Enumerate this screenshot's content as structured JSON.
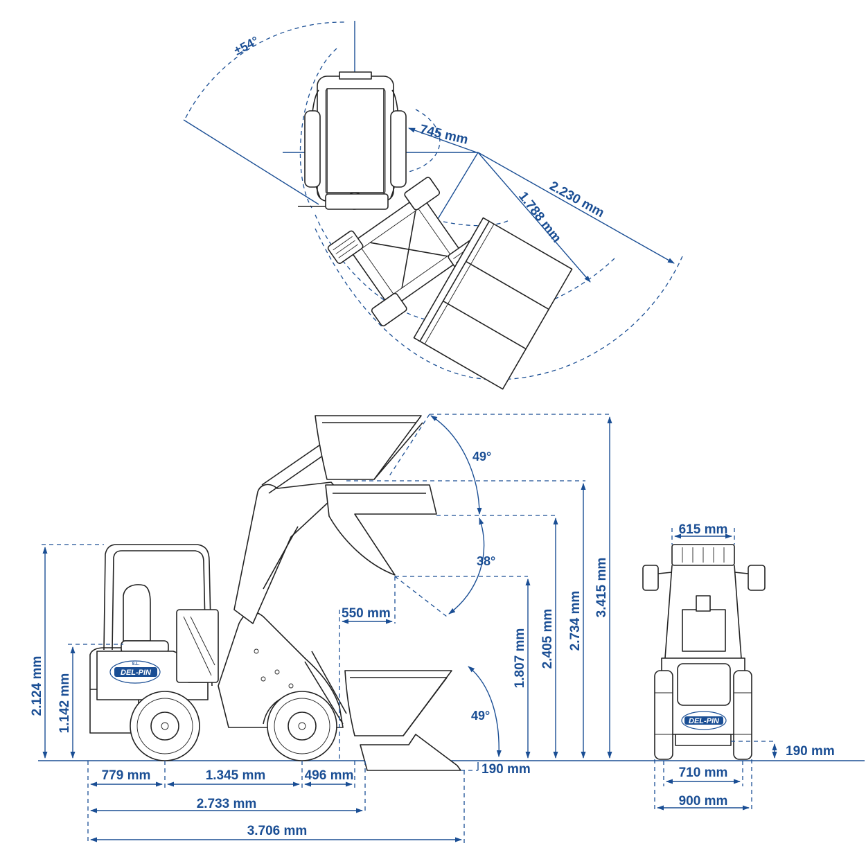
{
  "top_view": {
    "angle": "±54°",
    "inner_radius": "745 mm",
    "mid_radius": "1.788 mm",
    "outer_radius": "2.230 mm"
  },
  "side_view": {
    "angle_dump_top": "49°",
    "angle_mid": "38°",
    "angle_ground": "49°",
    "reach": "550 mm",
    "overall_height_cab": "2.124 mm",
    "seat_height": "1.142 mm",
    "dump_height": "1.807 mm",
    "pin_height": "2.405 mm",
    "bucket_level_height": "2.734 mm",
    "max_height": "3.415 mm",
    "dig_depth": "190 mm",
    "rear_overhang": "779 mm",
    "wheelbase": "1.345 mm",
    "front_overhang": "496 mm",
    "length_no_bucket": "2.733 mm",
    "length_with_bucket": "3.706 mm"
  },
  "front_view": {
    "top_width": "615 mm",
    "ground_clearance": "190 mm",
    "track_width": "710 mm",
    "overall_width": "900 mm"
  },
  "logo": {
    "brand": "DEL-PIN",
    "initials": "S.L."
  },
  "colors": {
    "dimension": "#1a4e94",
    "machine": "#222222"
  }
}
